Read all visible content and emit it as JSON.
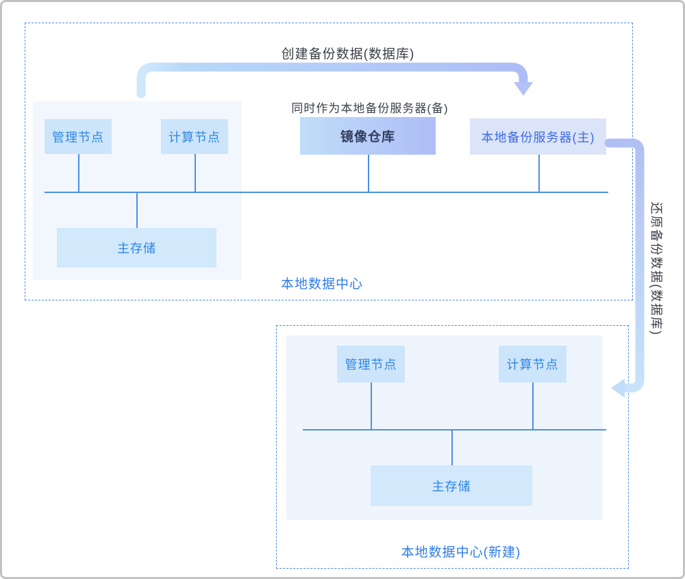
{
  "diagram": {
    "flows": {
      "create_backup": "创建备份数据(数据库)",
      "standby_note": "同时作为本地备份服务器(备)",
      "restore_backup": "还原备份数据(数据库)"
    },
    "datacenter_primary": {
      "title": "本地数据中心",
      "nodes": {
        "management": "管理节点",
        "compute": "计算节点",
        "mirror_repository": "镜像仓库",
        "local_backup_server_primary": "本地备份服务器(主)",
        "primary_storage": "主存储"
      }
    },
    "datacenter_new": {
      "title": "本地数据中心(新建)",
      "nodes": {
        "management": "管理节点",
        "compute": "计算节点",
        "primary_storage": "主存储"
      }
    },
    "colors": {
      "node_fill": "#cde5fa",
      "node_text": "#2f85e8",
      "storage_fill": "#d2e8fb",
      "mirror_gradient_start": "#c0ddf9",
      "mirror_gradient_end": "#aebdf6",
      "mirror_text": "#323d5e",
      "backup_server_fill": "#dce4f9",
      "backup_server_text": "#3d6be4",
      "boundary_dash": "#4a8de8",
      "panel_fill": "#f2f7fd",
      "connector_line": "#4a8fe8",
      "arrow_blue": "#b9d9f8",
      "arrow_periwinkle": "#adbdf6",
      "caption_text": "#3a3f47",
      "dc_title_text": "#2e7ce8"
    }
  }
}
